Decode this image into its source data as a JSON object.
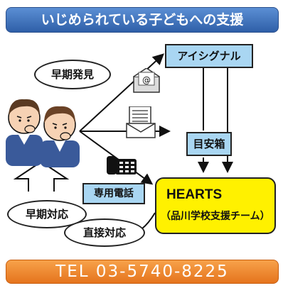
{
  "title": "いじめられている子どもへの支援",
  "bubbles": {
    "early_detection": "早期発見",
    "early_response": "早期対応",
    "direct_response": "直接対応"
  },
  "boxes": {
    "ai_signal": "アイシグナル",
    "suggestion_box": "目安箱",
    "dedicated_phone": "専用電話"
  },
  "hearts": {
    "name": "HEARTS",
    "subtitle": "（品川学校支援チーム）"
  },
  "icons": {
    "email": "email-envelope-icon",
    "letter": "letter-envelope-icon",
    "phone": "fax-phone-icon",
    "students": "worried-students-illustration"
  },
  "colors": {
    "banner_blue": "#3b6fb8",
    "box_blue": "#a9d6f2",
    "hearts_yellow": "#fff100",
    "tel_orange": "#ee8a2e"
  },
  "tel": "TEL 03-5740-8225"
}
